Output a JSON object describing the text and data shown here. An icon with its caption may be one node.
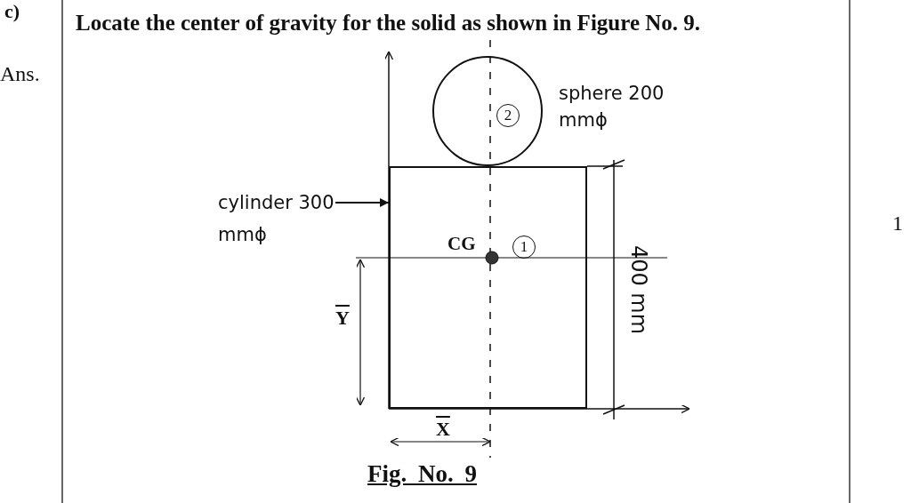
{
  "diagram": {
    "title": "Locate the center of gravity for the solid as shown in Figure No. 9.",
    "caption": "Fig. No. 9",
    "nodes": [
      {
        "text": [],
        "shape": "circle"
      },
      {
        "text": [
          "2"
        ],
        "in": 0
      },
      {
        "text": [],
        "shape": "box"
      },
      {
        "text": [
          "1"
        ],
        "in": 2
      },
      {
        "text": [
          "cylinder 300 mmϕ"
        ]
      }
    ],
    "edges": [
      {
        "from": 4,
        "to": 2,
        "arrow": "to"
      }
    ],
    "labels": [
      "c)",
      "Ans.",
      "sphere 200 mmϕ",
      "CG",
      "400 mm",
      "Y",
      "X",
      "1"
    ]
  }
}
